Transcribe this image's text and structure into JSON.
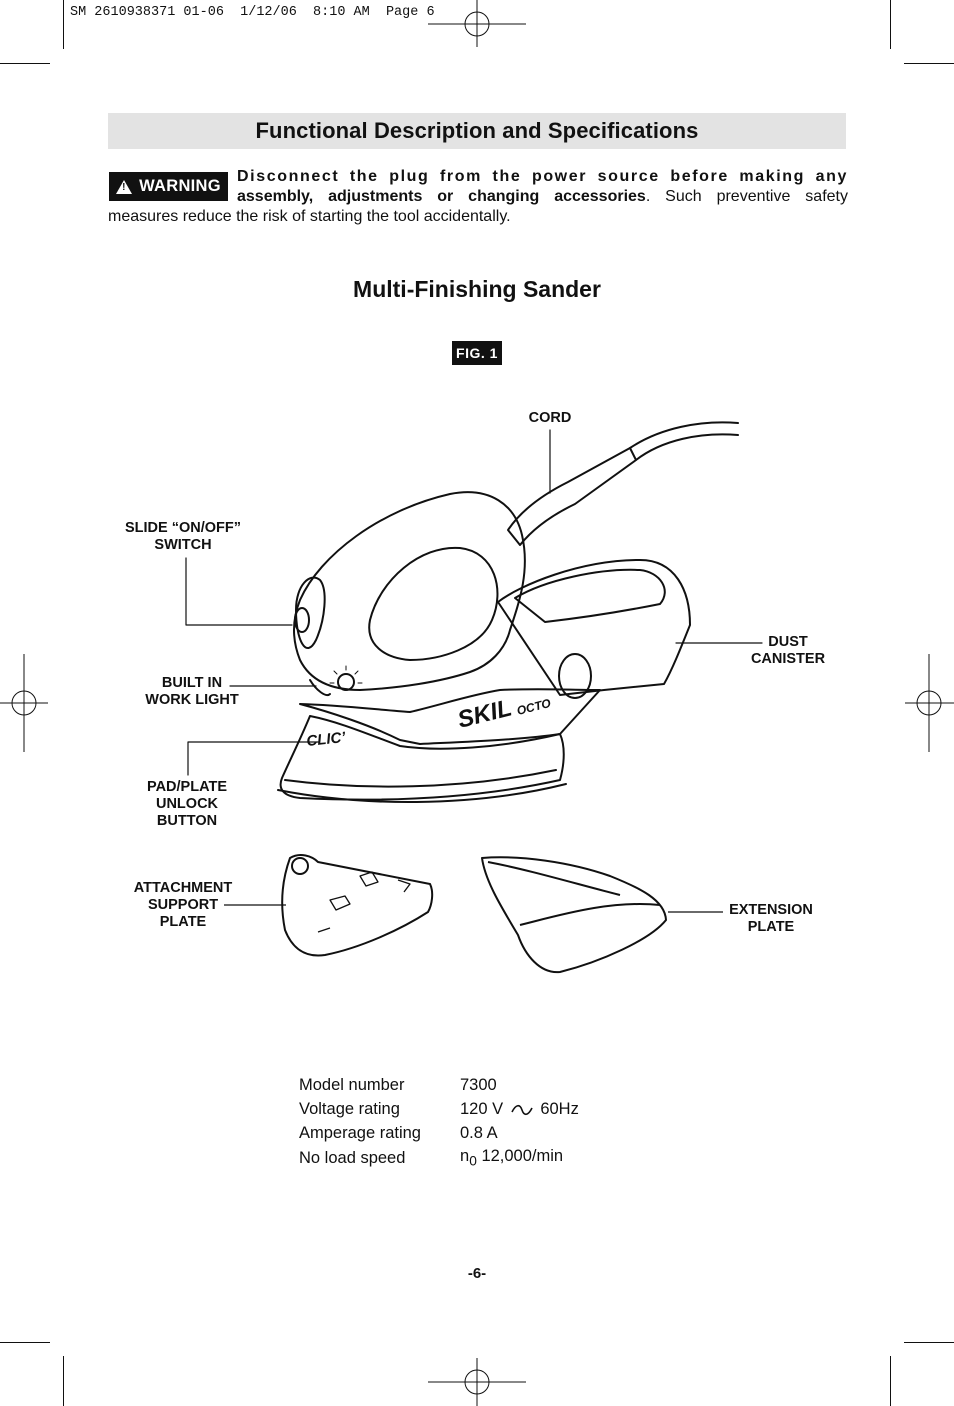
{
  "slug": "SM 2610938371 01-06  1/12/06  8:10 AM  Page 6",
  "section_title": "Functional Description and Specifications",
  "warning": {
    "badge": "WARNING",
    "bold_line1": "Disconnect the plug from the power source before making any",
    "bold_line2": "assembly, adjustments or changing accessories",
    "rest_line2": ". Such preventive safety",
    "line3": "measures reduce the risk of starting the tool accidentally."
  },
  "subtitle": "Multi-Finishing Sander",
  "figure_label": "FIG. 1",
  "callouts": {
    "cord": "CORD",
    "switch_1": "SLIDE “ON/OFF”",
    "switch_2": "SWITCH",
    "light_1": "BUILT IN",
    "light_2": "WORK LIGHT",
    "pad_1": "PAD/PLATE",
    "pad_2": "UNLOCK",
    "pad_3": "BUTTON",
    "dust_1": "DUST",
    "dust_2": "CANISTER",
    "attach_1": "ATTACHMENT",
    "attach_2": "SUPPORT",
    "attach_3": "PLATE",
    "ext_1": "EXTENSION",
    "ext_2": "PLATE"
  },
  "brand": {
    "logo_skil": "SKIL",
    "logo_octo": "OCTO",
    "logo_clic": "CLIC’"
  },
  "specs": [
    {
      "label": "Model number",
      "value": "7300"
    },
    {
      "label": "Voltage rating",
      "value_pre": "120 V",
      "value_post": "60Hz"
    },
    {
      "label": "Amperage rating",
      "value": "0.8 A"
    },
    {
      "label": "No load speed",
      "value_n": "n",
      "value_sub": "0",
      "value_post": "12,000/min"
    }
  ],
  "page_number": "-6-",
  "icons": [
    "warning-triangle-icon",
    "ac-current-symbol-icon",
    "registration-mark-icon",
    "crop-mark-icon"
  ]
}
